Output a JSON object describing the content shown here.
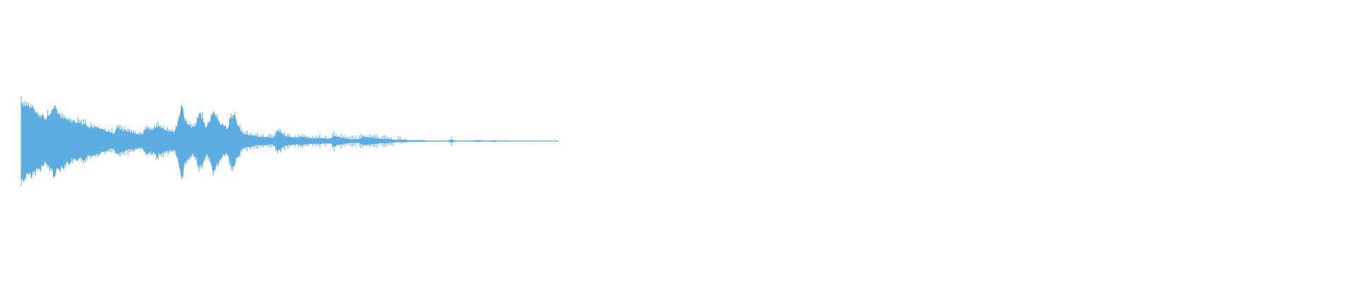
{
  "waveform": {
    "color": "#5DADE2",
    "background": "#ffffff",
    "envelope": [
      0.95,
      0.86,
      0.8,
      0.78,
      0.7,
      0.62,
      0.58,
      0.52,
      0.6,
      0.75,
      0.7,
      0.62,
      0.55,
      0.5,
      0.48,
      0.44,
      0.46,
      0.42,
      0.4,
      0.35,
      0.32,
      0.3,
      0.28,
      0.25,
      0.22,
      0.2,
      0.18,
      0.32,
      0.28,
      0.25,
      0.22,
      0.2,
      0.18,
      0.16,
      0.14,
      0.3,
      0.28,
      0.25,
      0.35,
      0.32,
      0.28,
      0.25,
      0.22,
      0.2,
      0.4,
      0.9,
      0.55,
      0.4,
      0.3,
      0.35,
      0.65,
      0.55,
      0.3,
      0.42,
      0.7,
      0.58,
      0.4,
      0.35,
      0.3,
      0.62,
      0.55,
      0.35,
      0.2,
      0.15,
      0.14,
      0.12,
      0.11,
      0.1,
      0.1,
      0.09,
      0.08,
      0.08,
      0.22,
      0.2,
      0.12,
      0.1,
      0.09,
      0.08,
      0.09,
      0.1,
      0.08,
      0.07,
      0.06,
      0.06,
      0.07,
      0.06,
      0.05,
      0.06,
      0.12,
      0.1,
      0.08,
      0.06,
      0.05,
      0.04,
      0.04,
      0.04,
      0.1,
      0.09,
      0.08,
      0.07,
      0.06,
      0.05,
      0.05,
      0.04,
      0.04,
      0.03,
      0.03,
      0.03,
      0.03,
      0.02,
      0.02,
      0.02,
      0.02,
      0.02,
      0.01,
      0.01,
      0.01,
      0.01,
      0.01,
      0.01,
      0.01,
      0.04,
      0.01,
      0.01,
      0.01,
      0.01,
      0.01,
      0.01,
      0.02,
      0.02,
      0.01,
      0.01,
      0.01,
      0.02,
      0.01,
      0.01,
      0.01,
      0.01,
      0.005,
      0.005,
      0.005,
      0.005,
      0.005,
      0.005,
      0.005,
      0.005,
      0.005,
      0.005,
      0.005,
      0.005,
      0.005,
      0.005
    ]
  }
}
